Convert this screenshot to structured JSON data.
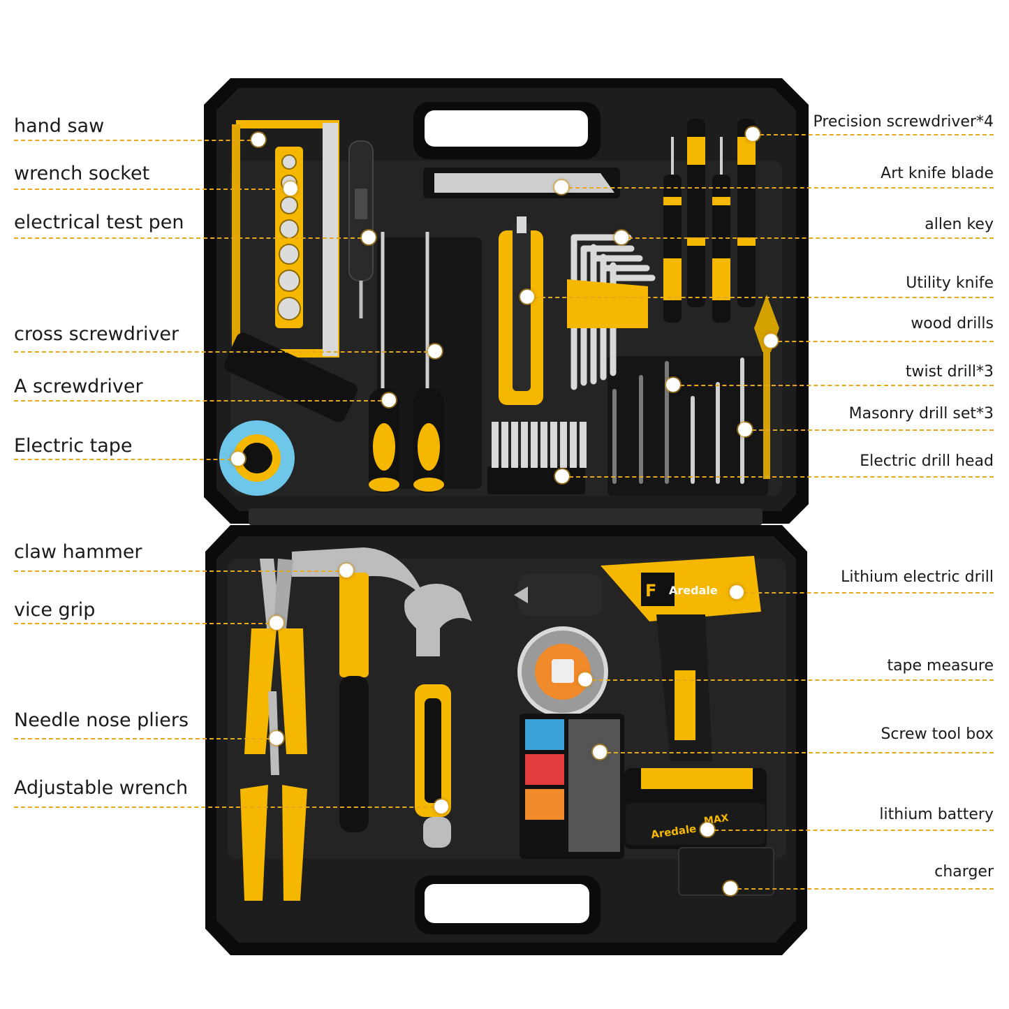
{
  "colors": {
    "case": "#1b1b1b",
    "case_rim": "#0b0b0b",
    "accent": "#f5b700",
    "leader": "#e8a81c",
    "steel": "#c9c9c9"
  },
  "drill_brand": "Aredale",
  "drill_badge": "F",
  "battery_brand": "Aredale",
  "battery_badge": "MAX",
  "labels_left": [
    "hand saw",
    "wrench socket",
    "electrical test pen",
    "cross screwdriver",
    "A screwdriver",
    "Electric tape",
    "claw hammer",
    "vice grip",
    "Needle nose pliers",
    "Adjustable wrench"
  ],
  "labels_right": [
    "Precision screwdriver*4",
    "Art knife blade",
    "allen key",
    "Utility knife",
    "wood drills",
    "twist drill*3",
    "Masonry drill set*3",
    "Electric drill head",
    "Lithium electric drill",
    "tape measure",
    "Screw tool box",
    "lithium battery",
    "charger"
  ]
}
